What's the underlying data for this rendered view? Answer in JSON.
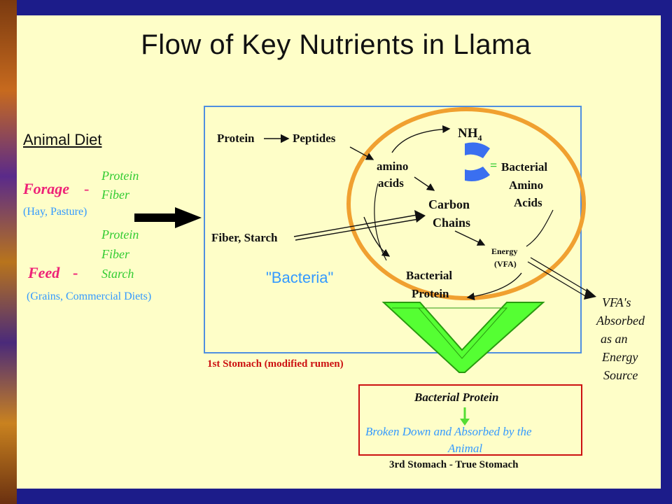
{
  "title": "Flow of Key Nutrients in Llama",
  "diet": {
    "heading": "Animal Diet",
    "forage_label": "Forage",
    "forage_dash": "-",
    "forage_components": [
      "Protein",
      "Fiber"
    ],
    "forage_examples": "(Hay, Pasture)",
    "feed_label": "Feed",
    "feed_dash": "-",
    "feed_components": [
      "Protein",
      "Fiber",
      "Starch"
    ],
    "feed_examples": "(Grains, Commercial Diets)"
  },
  "stomach1": {
    "protein": "Protein",
    "peptides": "Peptides",
    "amino_acids_line1": "amino",
    "amino_acids_line2": "acids",
    "nh4": "NH",
    "nh4_sub": "4",
    "equals": "=",
    "bacterial_amino_acids": [
      "Bacterial",
      "Amino",
      "Acids"
    ],
    "carbon_chains": [
      "Carbon",
      "Chains"
    ],
    "fiber_starch": "Fiber, Starch",
    "energy": "Energy",
    "vfa": "(VFA)",
    "bacteria": "\"Bacteria\"",
    "bacterial_protein": [
      "Bacterial",
      "Protein"
    ],
    "caption": "1st Stomach (modified rumen)"
  },
  "vfa_absorbed": [
    "VFA's",
    "Absorbed",
    "as an",
    "Energy",
    "Source"
  ],
  "stomach3": {
    "heading": "Bacterial Protein",
    "description_line1": "Broken Down and Absorbed by the",
    "description_line2": "Animal",
    "caption": "3rd Stomach - True Stomach"
  },
  "colors": {
    "slide_bg": "#fefec8",
    "frame": "#1c1c8a",
    "green_text": "#33cc33",
    "magenta": "#ee2277",
    "blue_text": "#3399ff",
    "box_blue": "#4f8fe0",
    "circle_orange": "#f0a030",
    "stomach_red": "#cc1111",
    "big_arrow_green": "#55ff33",
    "enzyme_blue": "#3a6ff0"
  },
  "icons": [
    "big-right-arrow-icon",
    "enzyme-icon",
    "big-down-arrow-icon"
  ]
}
